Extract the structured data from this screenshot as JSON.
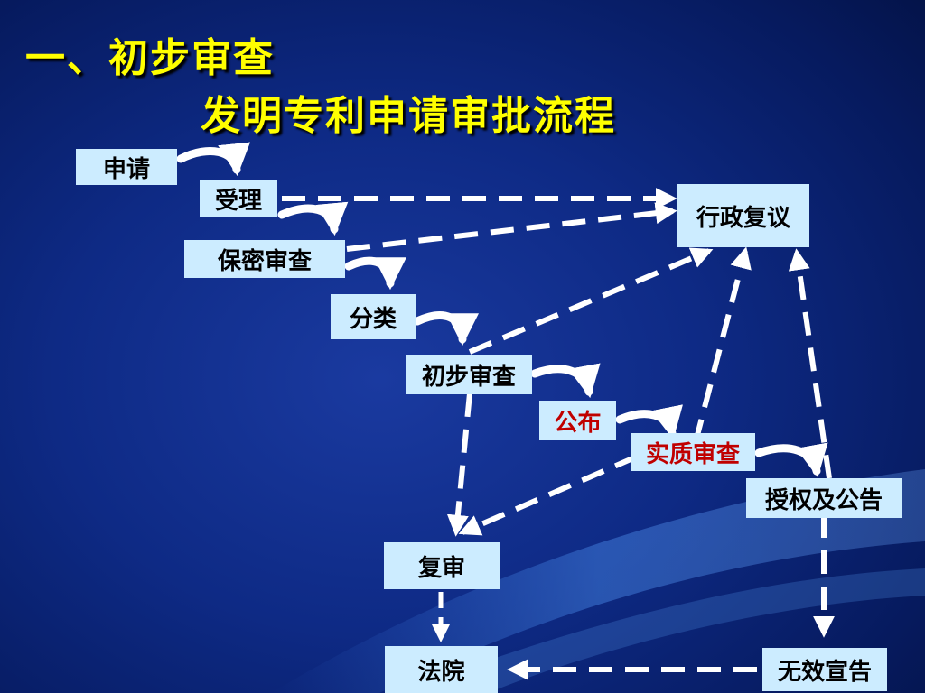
{
  "slide": {
    "title_line1": "一、初步审查",
    "title_line2": "发明专利申请审批流程",
    "colors": {
      "title": "#ffff00",
      "box_bg": "#ccecff",
      "highlight_text": "#c00000",
      "arrow": "#ffffff"
    }
  },
  "flow": {
    "apply": "申请",
    "accept": "受理",
    "secrecy": "保密审查",
    "classify": "分类",
    "prelim": "初步审查",
    "publish": "公布",
    "substantive": "实质审查",
    "grant": "授权及公告",
    "admin_review": "行政复议",
    "reexam": "复审",
    "court": "法院",
    "invalidation": "无效宣告"
  }
}
